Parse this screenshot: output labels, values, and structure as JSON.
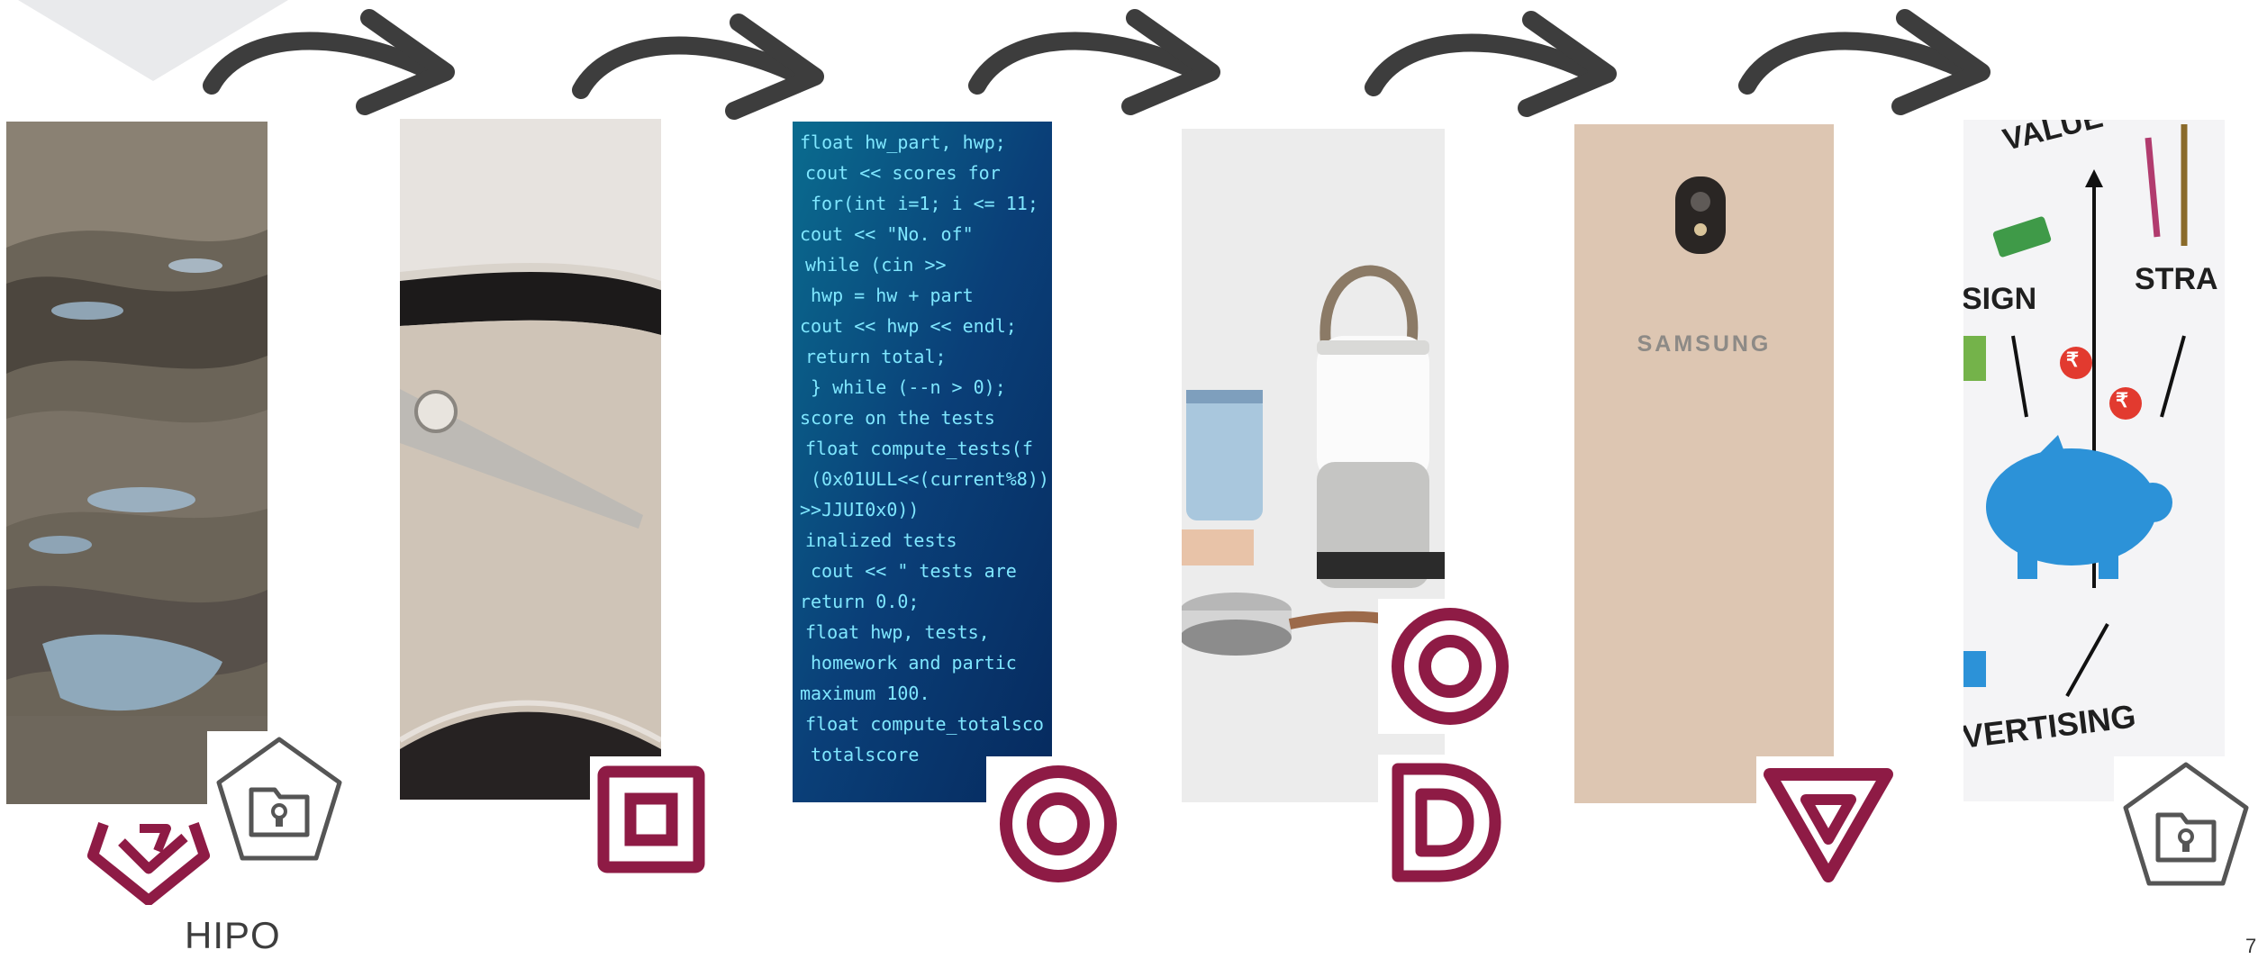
{
  "slide": {
    "brand": "HIPO",
    "page_number": "7",
    "phone_brand": "SAMSUNG",
    "code_lines": [
      "float hw_part, hwp;",
      "cout << scores for",
      "for(int i=1; i <= 11;",
      "cout << \"No. of\"",
      "while (cin >>",
      "hwp = hw + part",
      "cout << hwp << endl;",
      "return total;",
      "} while (--n > 0);",
      "score on the tests",
      "float compute_tests(f",
      "(0x01ULL<<(current%8))",
      ">>JJUI0x0))",
      "inalized tests",
      "cout << \" tests are",
      "return 0.0;",
      "float hwp, tests,",
      "homework and partic",
      "maximum 100.",
      "float compute_totalsco",
      "totalscore"
    ],
    "value_words": [
      "VALUE",
      "SIGN",
      "STRA",
      "VERTISING"
    ],
    "currency_symbol": "₹",
    "colors": {
      "brand": "#8e1b45",
      "arrow": "#3d3d3d",
      "icon_outline": "#555555"
    },
    "icons": [
      "hipo-logo-icon",
      "secure-folder-pentagon-icon",
      "square-icon",
      "ring-icon",
      "letter-d-icon",
      "triangle-down-icon"
    ]
  }
}
